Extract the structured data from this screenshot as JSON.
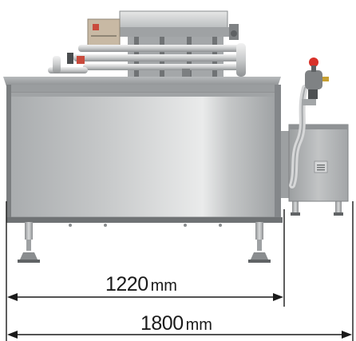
{
  "dimensions": {
    "inner": {
      "value": "1220",
      "unit": "mm"
    },
    "outer": {
      "value": "1800",
      "unit": "mm"
    }
  },
  "colors": {
    "steel_light": "#d4d6d7",
    "steel_mid": "#b2b5b7",
    "steel_dark": "#8a8d8f",
    "shadow": "#5e6163",
    "valve_red": "#d8322a",
    "label_red": "#c94a3c",
    "line": "#1a1a1a"
  }
}
